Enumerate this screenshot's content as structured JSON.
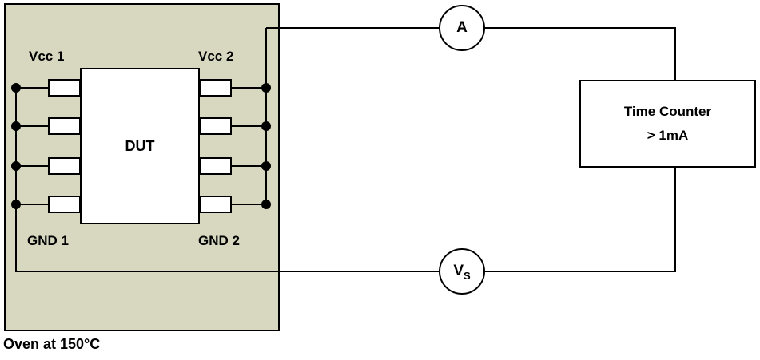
{
  "oven": {
    "label": "Oven at 150°C",
    "fill": "#d7d8bf"
  },
  "dut": {
    "label": "DUT"
  },
  "pins": {
    "vcc1": "Vcc 1",
    "vcc2": "Vcc 2",
    "gnd1": "GND 1",
    "gnd2": "GND 2"
  },
  "meters": {
    "ammeter": "A",
    "source_main": "V",
    "source_sub": "S"
  },
  "time_counter": {
    "line1": "Time Counter",
    "line2": "> 1mA"
  },
  "colors": {
    "wire": "#000000",
    "oven_fill": "#d7d8bf"
  }
}
